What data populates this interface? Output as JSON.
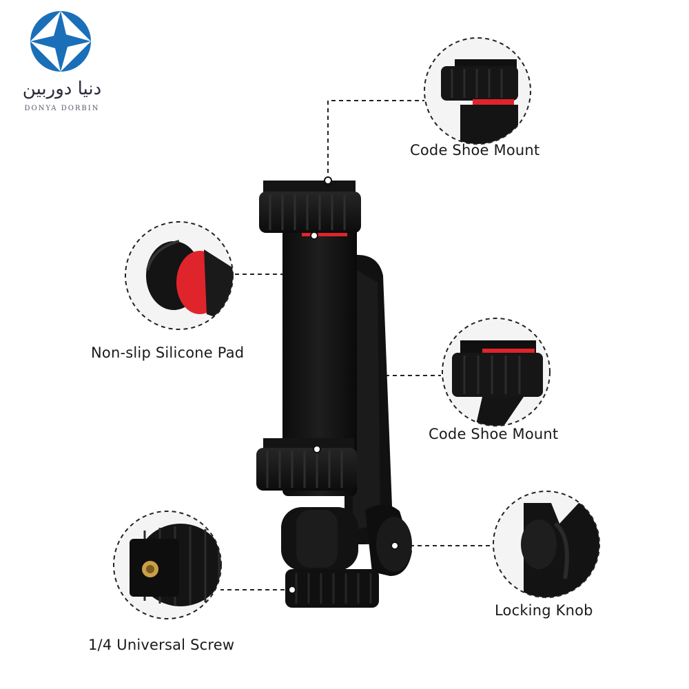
{
  "brand": {
    "name_arabic": "دنیا دوربین",
    "name_latin": "DONYA DORBIN",
    "accent": "#1a6fb8"
  },
  "callouts": {
    "shoe_mount_top": "Code Shoe Mount",
    "silicone_pad": "Non-slip Silicone Pad",
    "shoe_mount_side": "Code Shoe Mount",
    "locking_knob": "Locking Knob",
    "universal_screw": "1/4 Universal Screw"
  },
  "colors": {
    "product_black": "#141414",
    "pad_red": "#e0242c",
    "screw_brass": "#c8a048",
    "line": "#222222"
  }
}
